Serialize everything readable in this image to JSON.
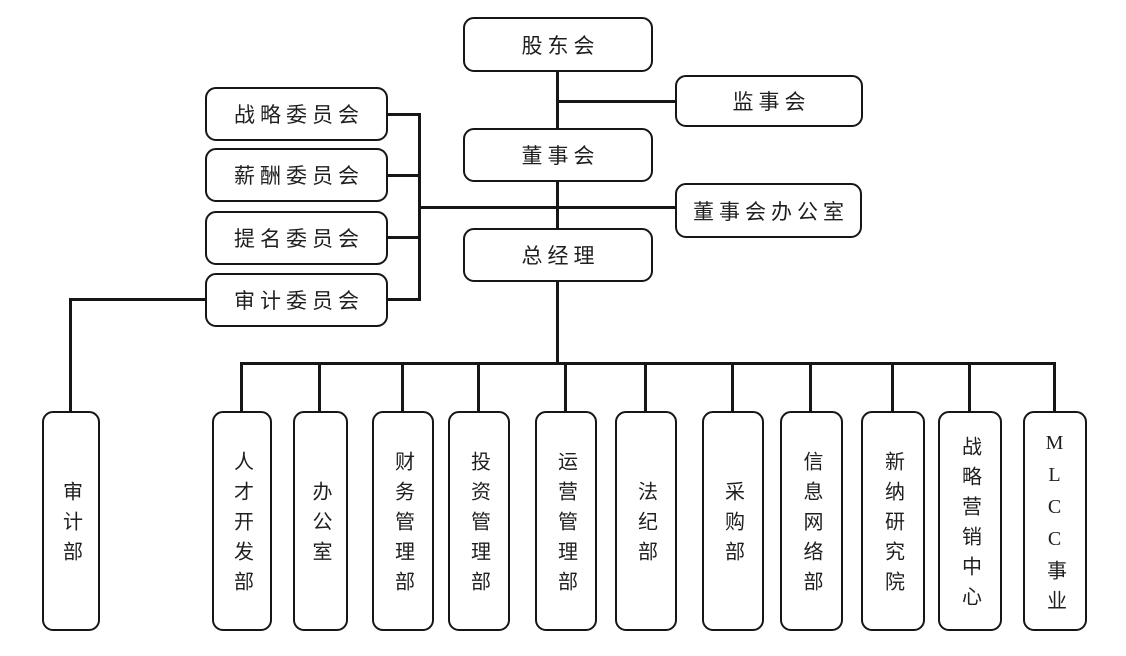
{
  "diagram": {
    "type": "org-chart",
    "colors": {
      "line": "#161616",
      "text": "#1f1f1f",
      "background": "#ffffff"
    },
    "nodes": {
      "shareholders": {
        "label": "股东会"
      },
      "supervisory_board": {
        "label": "监事会"
      },
      "board_of_directors": {
        "label": "董事会"
      },
      "board_office": {
        "label": "董事会办公室"
      },
      "general_manager": {
        "label": "总经理"
      }
    },
    "committees": [
      {
        "label": "战略委员会"
      },
      {
        "label": "薪酬委员会"
      },
      {
        "label": "提名委员会"
      },
      {
        "label": "审计委员会"
      }
    ],
    "departments": [
      {
        "label": "审计部"
      },
      {
        "label": "人才开发部"
      },
      {
        "label": "办公室"
      },
      {
        "label": "财务管理部"
      },
      {
        "label": "投资管理部"
      },
      {
        "label": "运营管理部"
      },
      {
        "label": "法纪部"
      },
      {
        "label": "采购部"
      },
      {
        "label": "信息网络部"
      },
      {
        "label": "新纳研究院"
      },
      {
        "label": "战略营销中心"
      },
      {
        "label": "MLCC事业"
      }
    ]
  }
}
